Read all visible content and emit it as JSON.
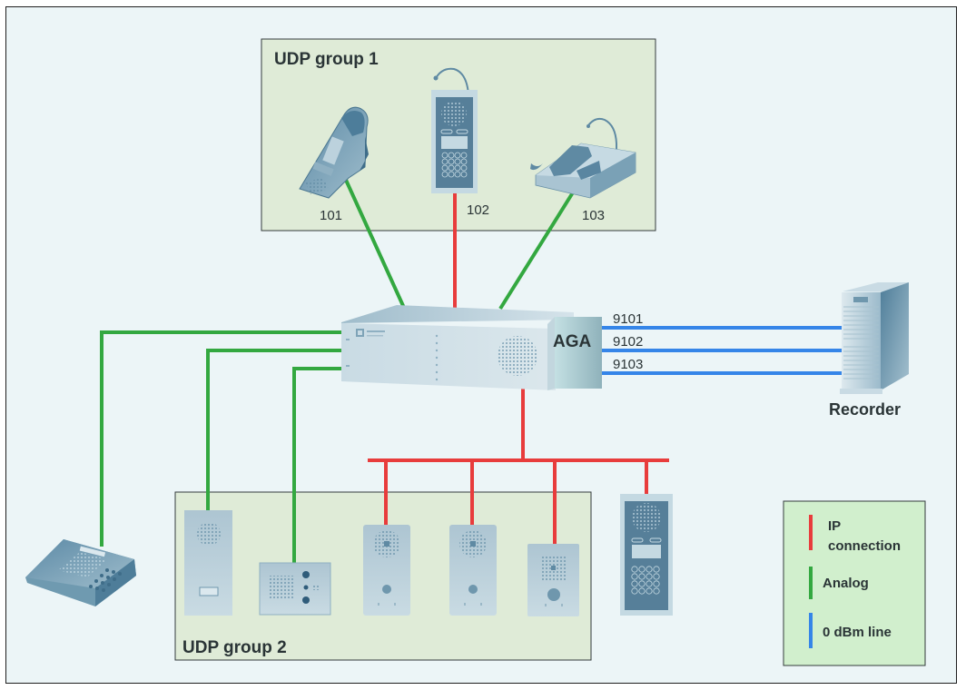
{
  "diagram": {
    "groups": {
      "group1": {
        "title": "UDP group 1"
      },
      "group2": {
        "title": "UDP group 2"
      }
    },
    "stations": {
      "s101": {
        "label": "101",
        "type": "handset-desk-station",
        "connection": "Analog"
      },
      "s102": {
        "label": "102",
        "type": "gooseneck-panel-station",
        "connection": "IP connection"
      },
      "s103": {
        "label": "103",
        "type": "desk-master-station",
        "connection": "Analog"
      }
    },
    "exchange": {
      "label": "AGA",
      "type": "intercom-exchange"
    },
    "recorder": {
      "label": "Recorder",
      "type": "server-tower"
    },
    "recorder_lines": [
      {
        "label": "9101"
      },
      {
        "label": "9102"
      },
      {
        "label": "9103"
      }
    ],
    "legend": {
      "items": [
        {
          "label_line1": "IP",
          "label_line2": "connection",
          "color": "#e83c3c"
        },
        {
          "label_line1": "Analog",
          "label_line2": "",
          "color": "#33a840"
        },
        {
          "label_line1": "0 dBm line",
          "label_line2": "",
          "color": "#3585e8"
        }
      ]
    },
    "colors": {
      "ip": "#e83c3c",
      "analog": "#33a840",
      "dbm": "#3585e8",
      "background": "#ecf5f7",
      "group_fill": "#dfebd7",
      "legend_fill": "#d1efcd",
      "device": "#6f9ab0"
    }
  }
}
